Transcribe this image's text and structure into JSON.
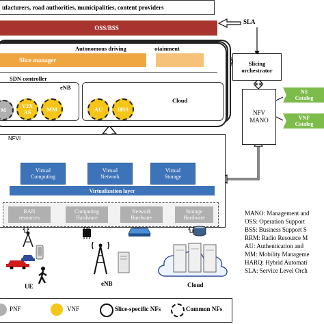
{
  "top": {
    "stakeholders": "ufacturers, road authorities, municipalities, content providers"
  },
  "oss_bar": "OSS/BSS",
  "sla": "SLA",
  "slice": {
    "autonomous": "Autonomous driving",
    "infotainment": "otainment",
    "manager": "Slice manager",
    "sdn": "SDN controller",
    "enb_label": "eNB",
    "cloud_label": "Cloud",
    "nf_left": [
      "M",
      "V2X\nAS",
      "MM"
    ],
    "nf_right": [
      "AU",
      "HSS"
    ]
  },
  "orchestrator": "Slicing\norchestrator",
  "nfv_mano": "NFV\nMANO",
  "catalogs": [
    "NS\nCatalog",
    "VNF\nCatalog"
  ],
  "nfvi": {
    "title": "NFVI",
    "virtual": [
      "Virtual\nComputing",
      "Virtual\nNetwork",
      "Virtual\nStorage"
    ],
    "layer": "Virtualization layer",
    "hardware": [
      "RAN\nresources",
      "Computing\nHardware",
      "Network\nHardware",
      "Storage\nHardware"
    ]
  },
  "devices": {
    "ue": "UE",
    "enb": "eNB",
    "cloud": "Cloud"
  },
  "abbreviations": [
    "MANO: Management and",
    "OSS: Operation Support",
    "BSS: Business Support S",
    "RRM: Radio Resource M",
    "AU: Authentication and",
    "MM: Mobility Manageme",
    "HARQ: Hybrid Automati",
    "SLA: Service Level Orch"
  ],
  "legend": {
    "pnf": "PNF",
    "vnf": "VNF",
    "specific": "Slice-specific NFs",
    "common": "Common NFs"
  },
  "colors": {
    "oss": "#a8332f",
    "slice_manager": "#f0a640",
    "vnf": "#f5c518",
    "virtual": "#3d73b8",
    "catalog": "#7dbb4a",
    "hardware": "#b0b0b0"
  }
}
